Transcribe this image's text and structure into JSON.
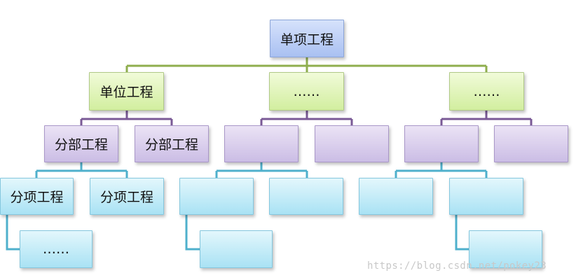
{
  "colors": {
    "level0_line": "#8fae4e",
    "level1_line": "#7a5a96",
    "level2_line": "#4fb0cc"
  },
  "nodes": {
    "root": "单项工程",
    "l1_a": "单位工程",
    "l1_b": "……",
    "l1_c": "……",
    "l2_a": "分部工程",
    "l2_b": "分部工程",
    "l2_c": "",
    "l2_d": "",
    "l2_e": "",
    "l2_f": "",
    "l3_a": "分项工程",
    "l3_b": "分项工程",
    "l3_c": "",
    "l3_d": "",
    "l3_e": "",
    "l3_f": "",
    "l4_a": "……",
    "l4_b": "",
    "l4_c": ""
  },
  "watermark": "https://blog.csdn.net/pokey23"
}
